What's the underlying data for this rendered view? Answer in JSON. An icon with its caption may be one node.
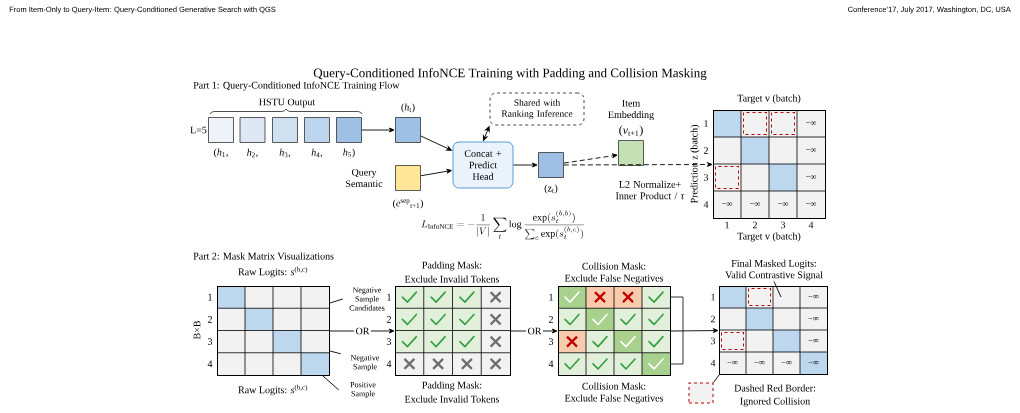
{
  "diagram": {
    "title": "Query-Conditioned InfoNCE Training with Padding and Collision Masking",
    "nodes": [
      {
        "text": [],
        "shape": "box",
        "beside": [
          "(*h*$_{1}$,"
        ]
      },
      {
        "text": [],
        "shape": "box",
        "beside": [
          "*h*$_{2}$,"
        ]
      },
      {
        "text": [],
        "shape": "box",
        "beside": [
          "*h*$_{3}$,"
        ]
      },
      {
        "text": [],
        "shape": "box",
        "beside": [
          "*h*$_{4}$,"
        ]
      },
      {
        "text": [],
        "shape": "box",
        "beside": [
          "*h*$_{5}$)"
        ]
      },
      {
        "text": [
          "(*h*$_{t}$)"
        ]
      },
      {
        "text": [
          "(*e*$^{sep}$$_{t+1}$)"
        ],
        "beside": [
          "Query Semantic"
        ]
      },
      {
        "text": [
          "Shared with Ranking Inference"
        ]
      },
      {
        "text": [
          "Concat + Predict Head"
        ]
      },
      {
        "text": [
          "(z$_{t}$)"
        ]
      },
      {
        "text": [
          "Item Embedding",
          "(*v*$_{t+1}$)"
        ]
      },
      {
        "text": [],
        "shape": "grid",
        "beside": [
          "Target v (batch)",
          "Prediction z (batch)",
          "Target v (batch)"
        ]
      },
      {
        "text": [],
        "shape": "grid",
        "beside": [
          "Raw Logits: *s*$^{(b,c)}$",
          "Raw Logits: *s*$^{(b,c)}$"
        ]
      },
      {
        "text": [
          "Negative Sample Candidates"
        ]
      },
      {
        "text": [
          "Negative Sample"
        ]
      },
      {
        "text": [
          "Positive Sample"
        ]
      },
      {
        "text": [],
        "shape": "grid",
        "beside": [
          "Padding Mask:",
          "Exclude Invalid Tokens",
          "Padding Mask:",
          "Exclude Invalid Tokens"
        ]
      },
      {
        "text": [],
        "shape": "grid",
        "beside": [
          "Collision Mask:",
          "Exclude False Negatives",
          "Collision Mask:",
          "Exclude False Negatives"
        ]
      },
      {
        "text": [
          "Final Masked Logits:",
          "Valid Contrastive Signal"
        ]
      },
      {
        "text": [],
        "shape": "grid"
      },
      {
        "text": [],
        "shape": "box",
        "beside": [
          "Dashed Red Border:",
          "Ignored Collision"
        ]
      }
    ],
    "edges": [
      {
        "from": 4,
        "to": 5,
        "arrow": "to"
      },
      {
        "from": 5,
        "to": 8,
        "arrow": "to"
      },
      {
        "from": 6,
        "to": 8,
        "arrow": "to"
      },
      {
        "from": 8,
        "to": 7,
        "arrow": "both"
      },
      {
        "from": 8,
        "to": 9,
        "arrow": "to"
      },
      {
        "from": 9,
        "to": 10,
        "arrow": "to",
        "style": "dashed"
      },
      {
        "from": 9,
        "to": 11,
        "arrow": "to",
        "style": "dashed",
        "label": "L2 Normalize+ Inner Product / *τ*"
      },
      {
        "from": 12,
        "to": 16,
        "arrow": "to",
        "label": "OR"
      },
      {
        "from": 16,
        "to": 17,
        "arrow": "to",
        "label": "OR"
      },
      {
        "from": 17,
        "to": 19,
        "arrow": "to"
      },
      {
        "from": 13,
        "to": 12,
        "arrow": "none"
      },
      {
        "from": 14,
        "to": 12,
        "arrow": "none"
      },
      {
        "from": 15,
        "to": 12,
        "arrow": "none"
      },
      {
        "from": 18,
        "to": 19,
        "arrow": "none"
      },
      {
        "from": 20,
        "to": 19,
        "arrow": "none"
      }
    ],
    "labels": [
      "From Item-Only to Query-Item: Query-Conditioned Generative Search with QGS",
      "Conference’17, July 2017, Washington, DC, USA",
      "Part 1: Query-Conditioned InfoNCE Training Flow",
      "HSTU Output",
      "L=5",
      "L_{\\mathrm{InfoNCE}} = -\\frac{1}{|V|}\\sum_{t}\\log\\frac{\\exp(s_{t}^{(b,b)})}{\\sum_{c}\\exp(s_{t}^{(b,c)})}",
      "1",
      "2",
      "3",
      "4",
      "−∞",
      "−∞",
      "−∞",
      "−∞",
      "−∞",
      "−∞",
      "−∞",
      "1",
      "2",
      "3",
      "4",
      "Part 2: Mask Matrix Visualizations",
      "B×B",
      "1",
      "2",
      "3",
      "4",
      "1",
      "2",
      "3",
      "4",
      "1",
      "2",
      "3",
      "4",
      "1",
      "2",
      "3",
      "4",
      "−∞",
      "−∞",
      "−∞",
      "−∞",
      "−∞",
      "−∞",
      "−∞"
    ]
  }
}
